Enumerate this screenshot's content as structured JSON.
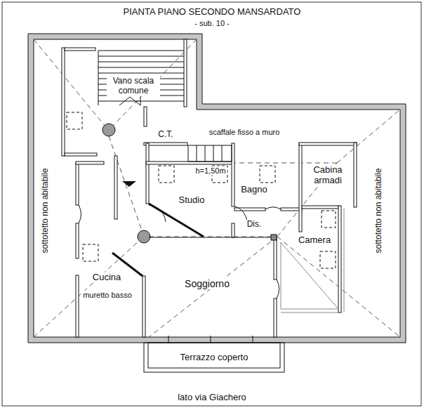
{
  "diagram": {
    "title": "PIANTA PIANO SECONDO MANSARDATO",
    "labels": [
      "- sub. 10 -",
      "Vano scala comune",
      "C.T.",
      "scaffale fisso a muro",
      "h=1,50m",
      "Studio",
      "Bagno",
      "Cabina armadi",
      "Dis.",
      "Camera",
      "Cucina",
      "muretto basso",
      "Soggiorno",
      "Terrazzo coperto",
      "sottotetto non abitabile",
      "sottotetto non abitabile",
      "lato via Giachero"
    ]
  }
}
